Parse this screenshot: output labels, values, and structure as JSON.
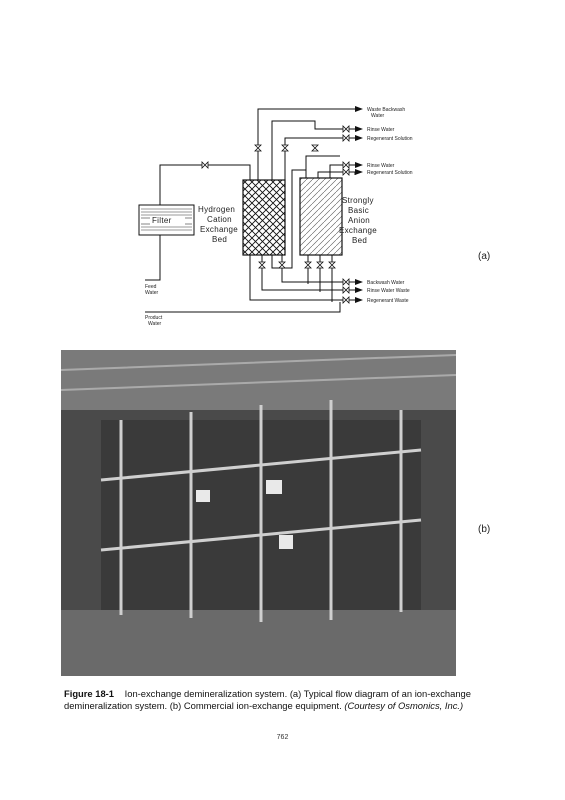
{
  "diagram": {
    "panel_label": "(a)",
    "filter_label": "Filter",
    "cation_bed_label": [
      "Hydrogen",
      "Cation",
      "Exchange",
      "Bed"
    ],
    "anion_bed_label": [
      "Strongly",
      "Basic",
      "Anion",
      "Exchange",
      "Bed"
    ],
    "inlet_label": [
      "Feed",
      "Water"
    ],
    "outlet_label": [
      "Product",
      "Water"
    ],
    "top_streams": [
      [
        "Waste Backwash",
        "Water"
      ],
      [
        "Rinse Water"
      ],
      [
        "Regenerant Solution"
      ]
    ],
    "mid_streams": [
      "Rinse Water",
      "Regenerant Solution"
    ],
    "bottom_streams": [
      "Backwash Water",
      "Rinse Water Waste",
      "Regenerant Waste"
    ]
  },
  "photo": {
    "panel_label": "(b)"
  },
  "caption": {
    "figure_number": "Figure 18-1",
    "text": "Ion-exchange demineralization system. (a) Typical flow diagram of an ion-exchange demineralization system. (b) Commercial ion-exchange equipment.",
    "credit": "(Courtesy of Osmonics, Inc.)"
  },
  "page_number": "762"
}
